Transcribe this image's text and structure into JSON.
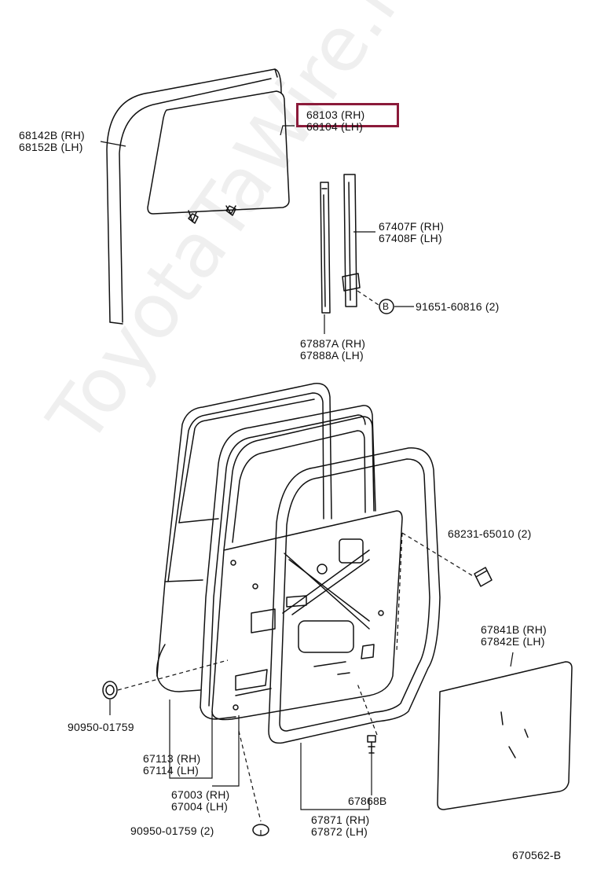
{
  "diagram": {
    "code": "670562-B",
    "watermark": "ToyotaTaWire.ru",
    "highlight_color": "#8b1a3a",
    "parts": {
      "p68142": [
        "68142B (RH)",
        "68152B (LH)"
      ],
      "p68103": [
        "68103 (RH)",
        "68104 (LH)"
      ],
      "p67407": [
        "67407F (RH)",
        "67408F (LH)"
      ],
      "p91651": "91651-60816 (2)",
      "p91651_ref": "B",
      "p67887": [
        "67887A (RH)",
        "67888A (LH)"
      ],
      "p68231": "68231-65010 (2)",
      "p67841": [
        "67841B (RH)",
        "67842E (LH)"
      ],
      "p90950a": "90950-01759",
      "p67113": [
        "67113 (RH)",
        "67114 (LH)"
      ],
      "p67003": [
        "67003 (RH)",
        "67004 (LH)"
      ],
      "p67868": "67868B",
      "p90950b": "90950-01759 (2)",
      "p67871": [
        "67871 (RH)",
        "67872 (LH)"
      ]
    }
  }
}
